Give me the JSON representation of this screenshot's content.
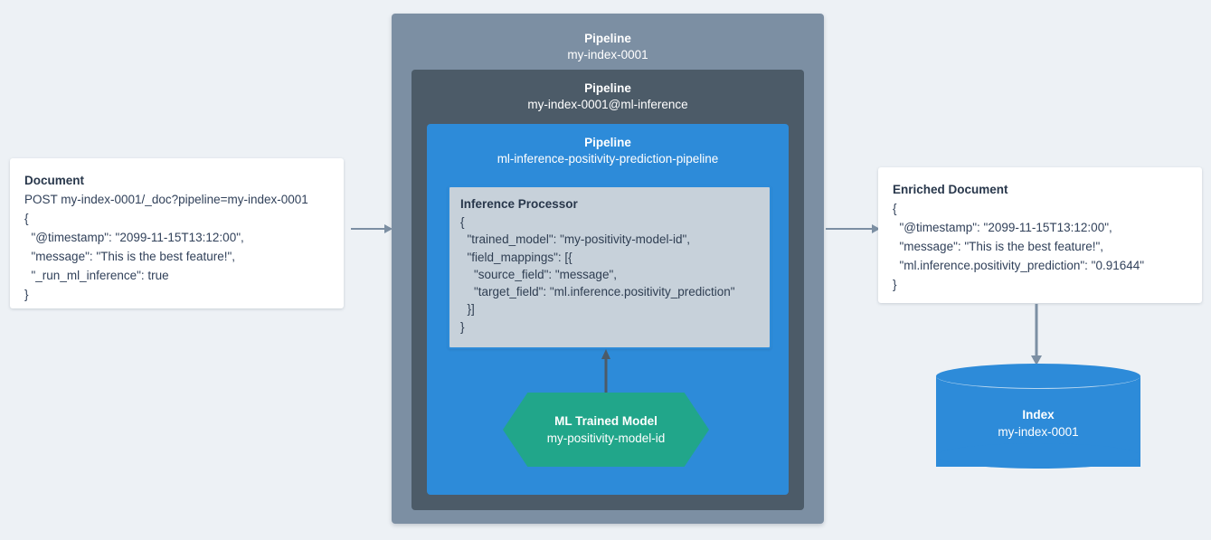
{
  "background_color": "#edf1f5",
  "palette": {
    "outer_pipeline": "#7c8fa3",
    "mid_pipeline": "#4c5b68",
    "inner_pipeline": "#2d8bd9",
    "processor_fill": "#c7d1da",
    "processor_border": "#2d8bd9",
    "model_hex": "#21a68a",
    "index_cylinder": "#2d8bd9",
    "card_fill": "#ffffff",
    "text_dark": "#28374b",
    "arrow_light": "#7c8fa3",
    "arrow_dark": "#4c5b68"
  },
  "document_card": {
    "title": "Document",
    "request_line": "POST my-index-0001/_doc?pipeline=my-index-0001",
    "body": "{\n  \"@timestamp\": \"2099-11-15T13:12:00\",\n  \"message\": \"This is the best feature!\",\n  \"_run_ml_inference\": true\n}"
  },
  "pipelines": {
    "outer": {
      "label": "Pipeline",
      "name": "my-index-0001"
    },
    "middle": {
      "label": "Pipeline",
      "name": "my-index-0001@ml-inference"
    },
    "inner": {
      "label": "Pipeline",
      "name": "ml-inference-positivity-prediction-pipeline"
    }
  },
  "processor": {
    "title": "Inference Processor",
    "body": "{\n  \"trained_model\": \"my-positivity-model-id\",\n  \"field_mappings\": [{\n    \"source_field\": \"message\",\n    \"target_field\": \"ml.inference.positivity_prediction\"\n  }]\n}"
  },
  "trained_model": {
    "label": "ML Trained Model",
    "name": "my-positivity-model-id"
  },
  "enriched_card": {
    "title": "Enriched Document",
    "body": "{\n  \"@timestamp\": \"2099-11-15T13:12:00\",\n  \"message\": \"This is the best feature!\",\n  \"ml.inference.positivity_prediction\": \"0.91644\"\n}"
  },
  "index": {
    "label": "Index",
    "name": "my-index-0001"
  },
  "arrows": [
    {
      "name": "document-to-pipeline",
      "direction": "right"
    },
    {
      "name": "pipeline-to-enriched-document",
      "direction": "right"
    },
    {
      "name": "enriched-document-to-index",
      "direction": "down"
    },
    {
      "name": "trained-model-to-processor",
      "direction": "up"
    }
  ]
}
